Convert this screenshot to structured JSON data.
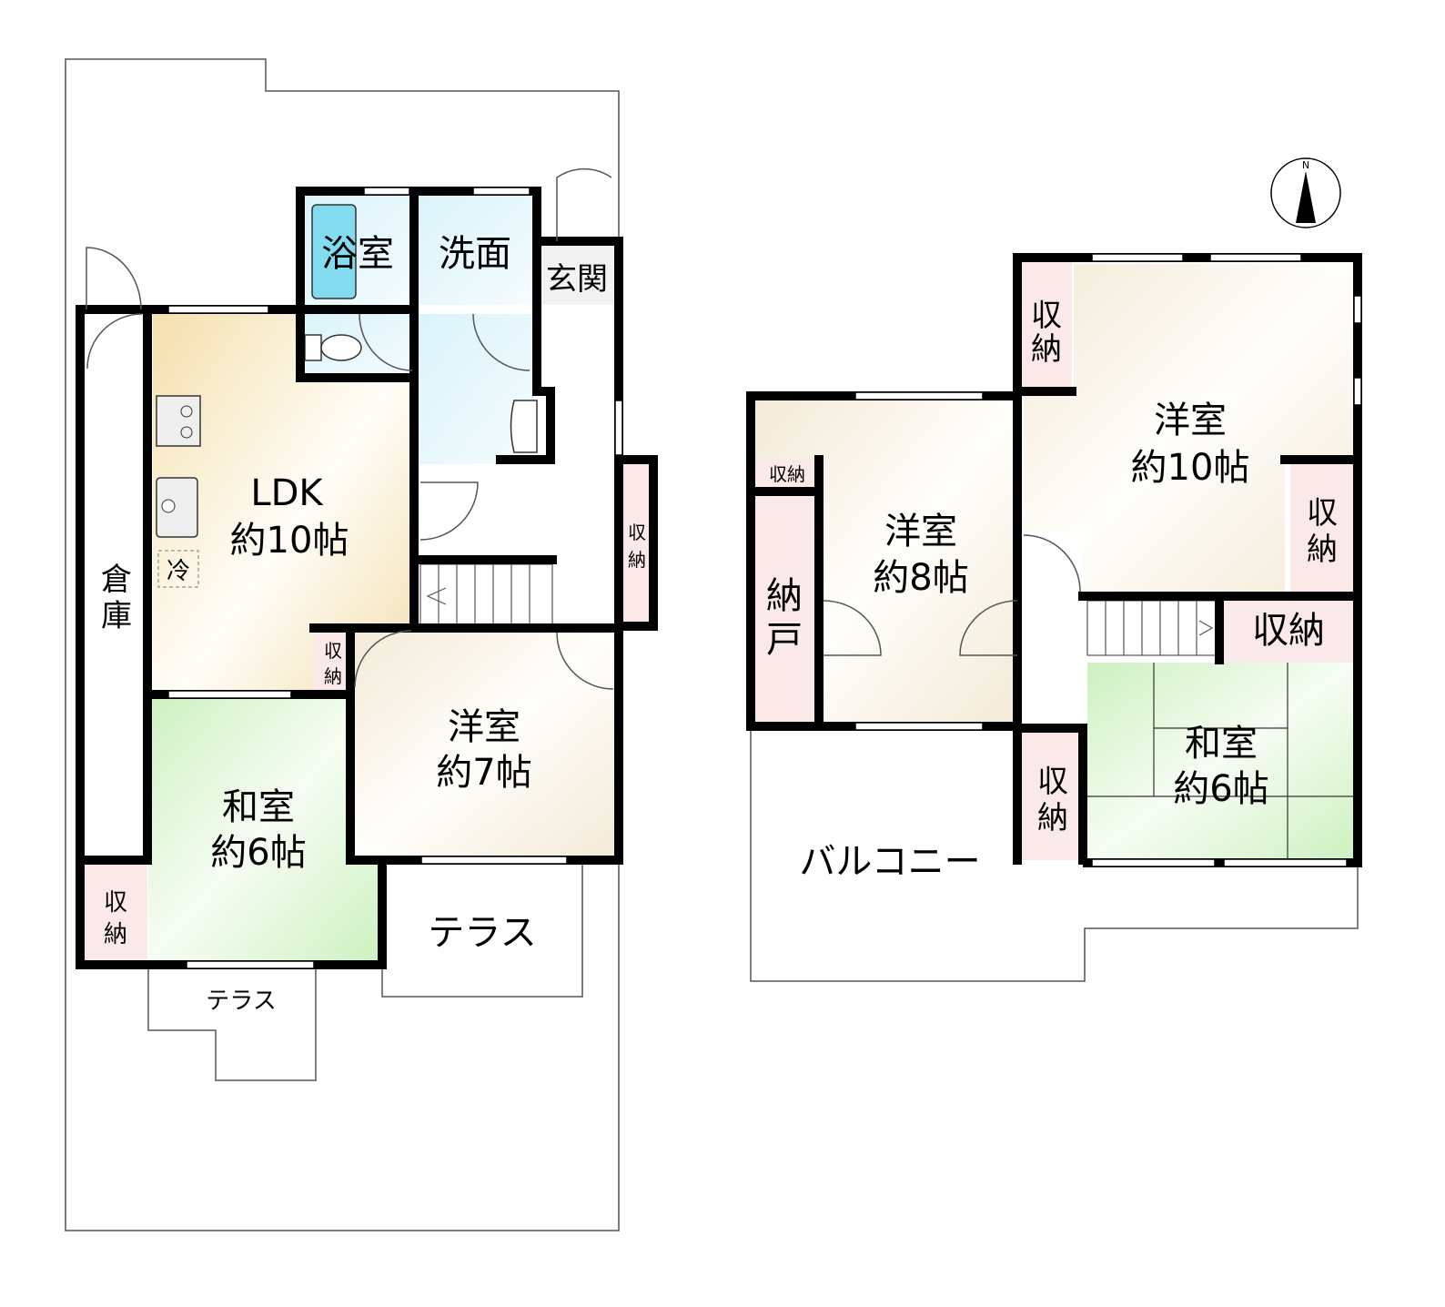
{
  "floor1": {
    "bath": "浴室",
    "washroom": "洗面",
    "entrance": "玄関",
    "ldk": "LDK",
    "ldk_size": "約10帖",
    "fridge": "冷",
    "storehouse_1": "倉",
    "storehouse_2": "庫",
    "japanese_room": "和室",
    "japanese_room_size": "約6帖",
    "western_room": "洋室",
    "western_room_size": "約7帖",
    "storage_left_1": "収",
    "storage_left_2": "納",
    "storage_small_1": "収",
    "storage_small_2": "納",
    "storage_hall_1": "収",
    "storage_hall_2": "納",
    "terrace_right": "テラス",
    "terrace_bottom": "テラス"
  },
  "floor2": {
    "room10": "洋室",
    "room10_size": "約10帖",
    "room8": "洋室",
    "room8_size": "約8帖",
    "japanese_room": "和室",
    "japanese_room_size": "約6帖",
    "closet_1": "納",
    "closet_2": "戸",
    "storage_small": "収納",
    "storage_tl_1": "収",
    "storage_tl_2": "納",
    "storage_r_1": "収",
    "storage_r_2": "納",
    "storage_wide": "収納",
    "storage_bl_1": "収",
    "storage_bl_2": "納",
    "balcony": "バルコニー"
  },
  "compass": {
    "north": "N"
  },
  "colors": {
    "ldk": "#f5e2b2",
    "wet": "#e3f6fb",
    "tatami": "#d4f3c8",
    "western": "#f6efe0",
    "storage": "#fbe8e8"
  }
}
